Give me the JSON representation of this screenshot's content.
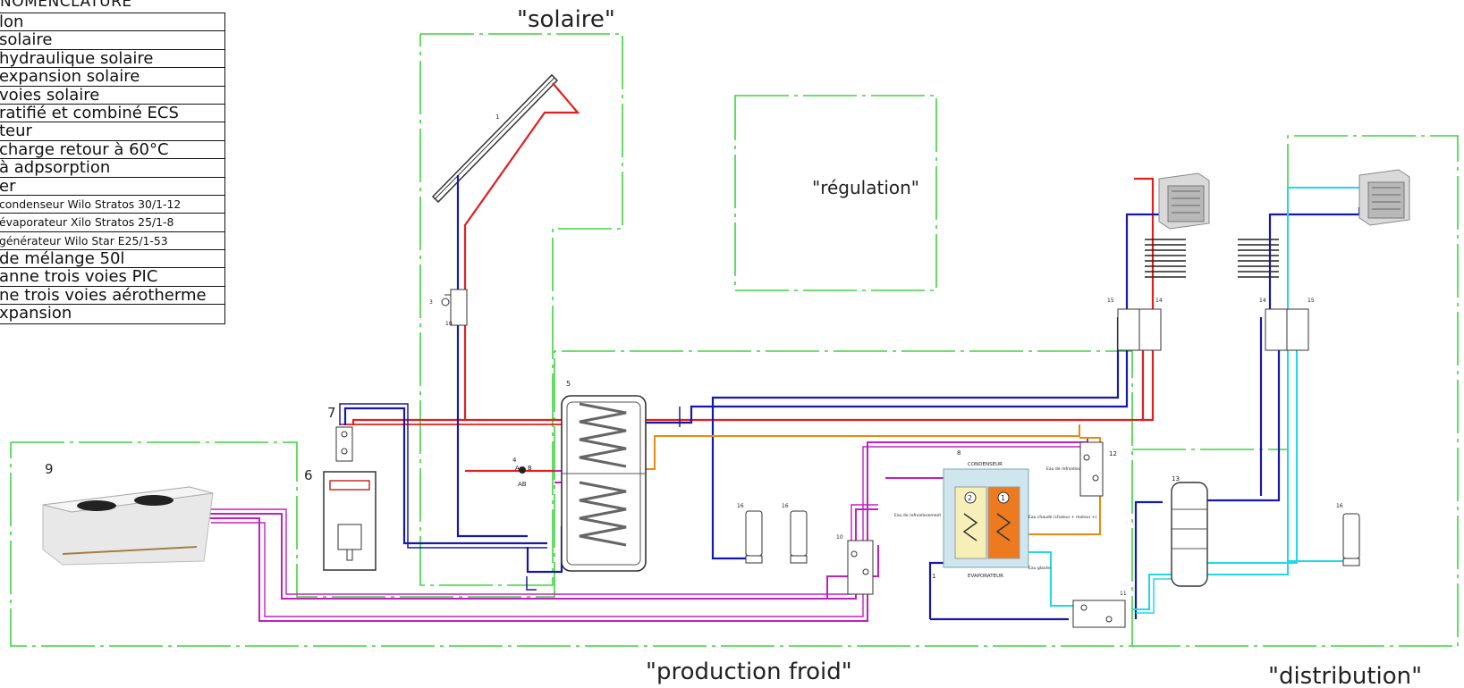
{
  "legend": {
    "title": "NOMENCLATURE",
    "rows": [
      "lon",
      " solaire",
      "hydraulique solaire",
      "expansion solaire",
      " voies solaire",
      "ratifié et combiné ECS",
      "teur",
      " charge retour à 60°C",
      "à adpsorption",
      "er",
      " condenseur Wilo Stratos 30/1-12",
      " évaporateur Xilo Stratos 25/1-8",
      " générateur Wilo Star E25/1-53",
      " de mélange 50l",
      "anne trois voies PIC",
      "ne trois voies aérotherme",
      "xpansion"
    ]
  },
  "zones": {
    "solaire": "\"solaire\"",
    "regulation": "\"régulation\"",
    "production_froid": "\"production froid\"",
    "distribution": "\"distribution\""
  },
  "numbers": {
    "n1": "1",
    "n2": "2",
    "n3": "3",
    "n4": "4",
    "n5": "5",
    "n6": "6",
    "n7": "7",
    "n8": "8",
    "n9": "9",
    "n10": "10",
    "n11": "11",
    "n12": "12",
    "n13": "13",
    "n14": "14",
    "n15": "15",
    "n16": "16",
    "a": "A",
    "b": "B",
    "ab": "AB"
  },
  "machine": {
    "condenseur": "CONDENSEUR",
    "evaporateur": "EVAPORATEUR",
    "eau_refroid_top": "Eau de refroidissement",
    "eau_refroid_left": "Eau de refroidissement",
    "eau_chaude": "Eau chaude (chaleur + moteur +)",
    "eau_glacee": "Eau glacée",
    "c1": "1",
    "c2": "2"
  },
  "colors": {
    "green_zone": "#3fd43f",
    "red": "#e02020",
    "blue": "#1818a8",
    "magenta": "#c020c0",
    "cyan": "#20d8e8",
    "orange": "#e88a10"
  }
}
